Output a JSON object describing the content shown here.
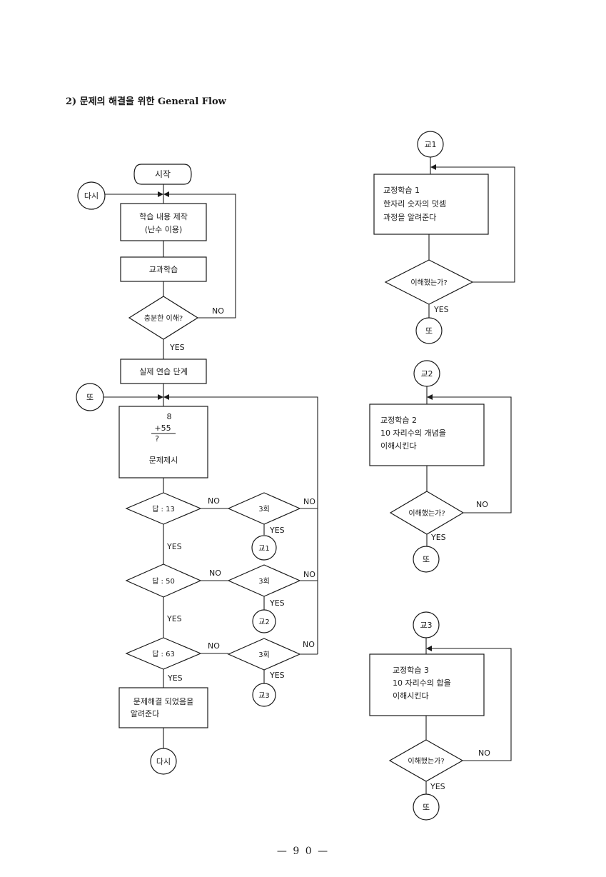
{
  "heading": "2) 문제의 해결을 위한 General Flow",
  "page_number": "— 9 0 —",
  "left": {
    "start": "시작",
    "restart_connector": "다시",
    "make_content_lines": [
      "학습 내용 제작",
      "(난수 이용)"
    ],
    "textbook": "교과학습",
    "understand_q": "충분한 이해?",
    "understand_yes": "YES",
    "understand_no": "NO",
    "practice": "실제 연습 단계",
    "again_connector": "또",
    "problem_top": "8",
    "problem_mid": "+55",
    "problem_q": "?",
    "problem_label": "문제제시",
    "answers": [
      {
        "q": "답 : 13",
        "no": "NO",
        "tries": "3회",
        "tries_no": "NO",
        "tries_yes": "YES",
        "go": "교1",
        "yes": "YES"
      },
      {
        "q": "답 : 50",
        "no": "NO",
        "tries": "3회",
        "tries_no": "NO",
        "tries_yes": "YES",
        "go": "교2",
        "yes": "YES"
      },
      {
        "q": "답 : 63",
        "no": "NO",
        "tries": "3회",
        "tries_no": "NO",
        "tries_yes": "YES",
        "go": "교3",
        "yes": "YES"
      }
    ],
    "solved_lines": [
      "문제해결 되었음을",
      "알려준다"
    ],
    "end_connector": "다시"
  },
  "remedials": [
    {
      "entry": "교1",
      "lines": [
        "교정학습 1",
        "한자리 숫자의 덧셈",
        "과정을 알려준다"
      ],
      "q": "이해했는가?",
      "no": "",
      "yes": "YES",
      "exit": "또"
    },
    {
      "entry": "교2",
      "lines": [
        "교정학습 2",
        "10 자리수의 개념을",
        "이해시킨다"
      ],
      "q": "이해했는가?",
      "no": "NO",
      "yes": "YES",
      "exit": "또"
    },
    {
      "entry": "교3",
      "lines": [
        "교정학습 3",
        "10 자리수의 합을",
        "이해시킨다"
      ],
      "q": "이해했는가?",
      "no": "NO",
      "yes": "YES",
      "exit": "또"
    }
  ]
}
